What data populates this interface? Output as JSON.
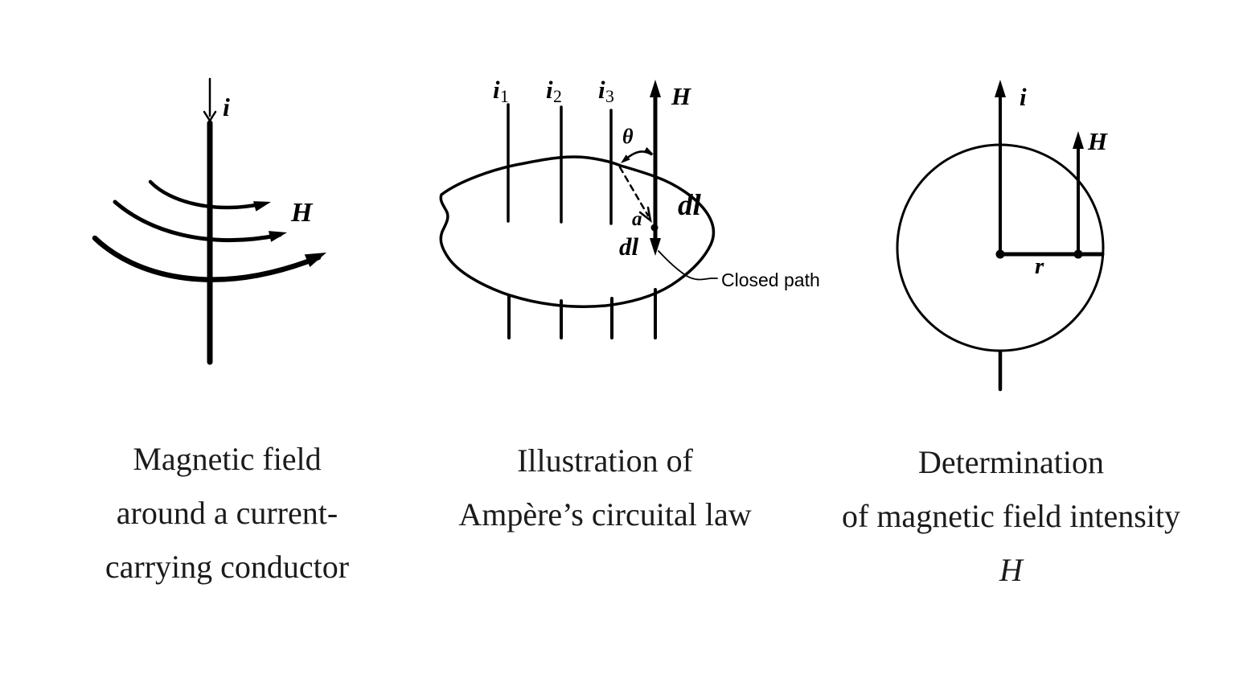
{
  "page": {
    "background_color": "#ffffff",
    "ink_color": "#000000",
    "caption_color": "#1b1b1b"
  },
  "conductor_diagram": {
    "current_label": "i",
    "field_label": "H",
    "caption_lines": [
      "Magnetic field",
      "around a current-",
      "carrying conductor"
    ]
  },
  "ampere_diagram": {
    "currents": [
      {
        "base": "i",
        "sub": "1"
      },
      {
        "base": "i",
        "sub": "2"
      },
      {
        "base": "i",
        "sub": "3"
      }
    ],
    "field_label": "H",
    "angle_label": "θ",
    "point_label": "a",
    "element_label_outer": "dl",
    "element_label_inner": "dl",
    "closed_path_label": "Closed path",
    "caption_lines": [
      "Illustration of",
      "Ampère’s circuital law"
    ]
  },
  "intensity_diagram": {
    "current_label": "i",
    "field_label": "H",
    "radius_label": "r",
    "caption_lines": [
      "Determination",
      "of magnetic field intensity",
      "H"
    ]
  }
}
